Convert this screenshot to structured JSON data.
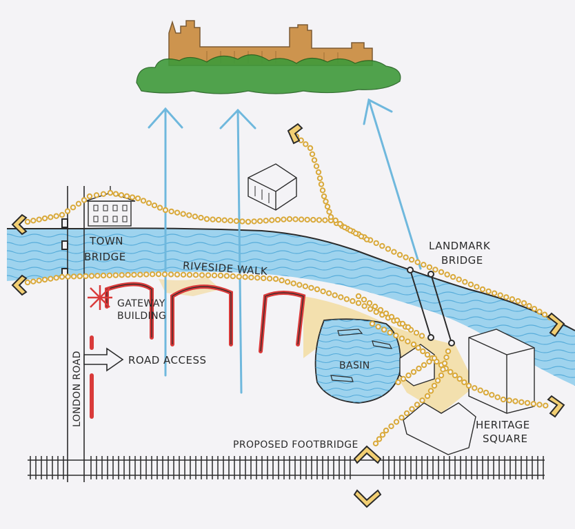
{
  "colors": {
    "paper": "#f4f3f6",
    "river": "#7fc6e8",
    "river_dark": "#3f9fd3",
    "path": "#e6b84a",
    "path_fill": "#f2cf73",
    "view_line": "#6fb8dd",
    "building_red": "#d93a3a",
    "ink": "#2a2a2a",
    "cathedral": "#c98a3c",
    "trees": "#3f9a3a"
  },
  "labels": {
    "town_bridge_1": "TOWN",
    "town_bridge_2": "BRIDGE",
    "riverside_walk": "RIVESIDE WALK",
    "gateway_1": "GATEWAY",
    "gateway_2": "BUILDING",
    "road_access": "ROAD ACCESS",
    "basin": "BASIN",
    "landmark_1": "LANDMARK",
    "landmark_2": "BRIDGE",
    "heritage_1": "HERITAGE",
    "heritage_2": "SQUARE",
    "footbridge": "PROPOSED FOOTBRIDGE",
    "london_road": "LONDON ROAD"
  },
  "icons": {
    "landmark": "cathedral-icon",
    "gateway": "starburst-icon",
    "arrows": "chevron-icon"
  }
}
